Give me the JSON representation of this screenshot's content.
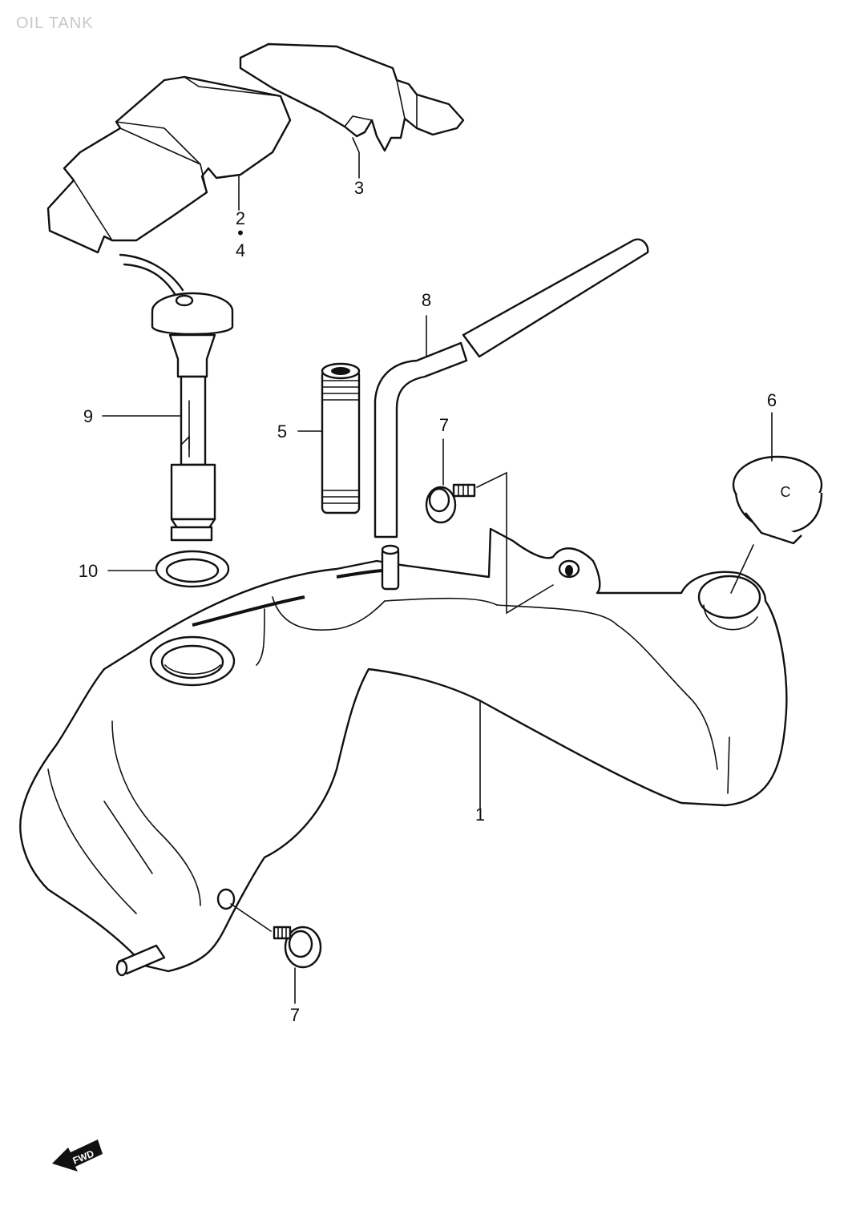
{
  "diagram": {
    "title": "OIL TANK",
    "callouts": [
      {
        "id": "c1",
        "label": "1"
      },
      {
        "id": "c2",
        "label": "2"
      },
      {
        "id": "c2dot",
        "label": "•"
      },
      {
        "id": "c4",
        "label": "4"
      },
      {
        "id": "c3",
        "label": "3"
      },
      {
        "id": "c5",
        "label": "5"
      },
      {
        "id": "c6",
        "label": "6"
      },
      {
        "id": "c7a",
        "label": "7"
      },
      {
        "id": "c7b",
        "label": "7"
      },
      {
        "id": "c8",
        "label": "8"
      },
      {
        "id": "c9",
        "label": "9"
      },
      {
        "id": "c10",
        "label": "10"
      }
    ],
    "cap_letter": "C",
    "fwd_label": "FWD"
  }
}
